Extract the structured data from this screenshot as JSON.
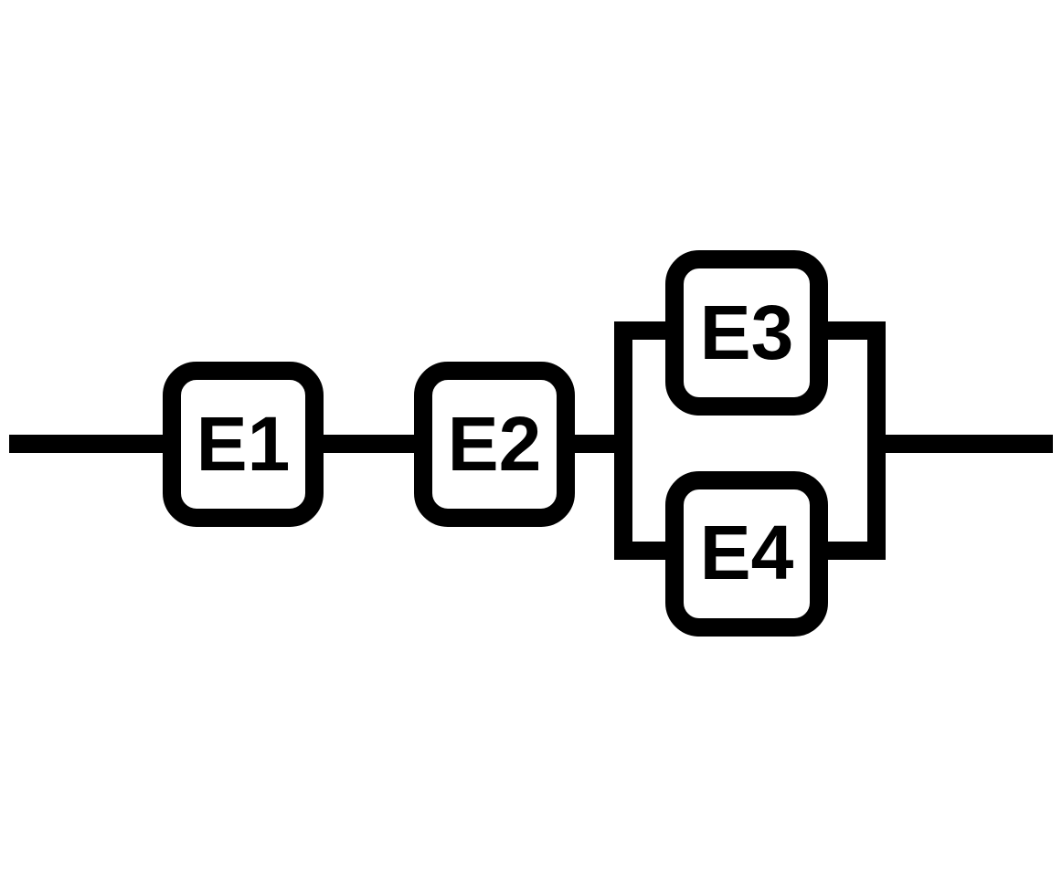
{
  "diagram": {
    "type": "reliability-block-diagram",
    "blocks": [
      {
        "label": "E1"
      },
      {
        "label": "E2"
      },
      {
        "label": "E3"
      },
      {
        "label": "E4"
      }
    ],
    "connections": [
      {
        "from": "input",
        "to": "E1"
      },
      {
        "from": "E1",
        "to": "E2"
      },
      {
        "from": "E2",
        "to": "E3"
      },
      {
        "from": "E2",
        "to": "E4"
      },
      {
        "from": "E3",
        "to": "output"
      },
      {
        "from": "E4",
        "to": "output"
      }
    ]
  }
}
